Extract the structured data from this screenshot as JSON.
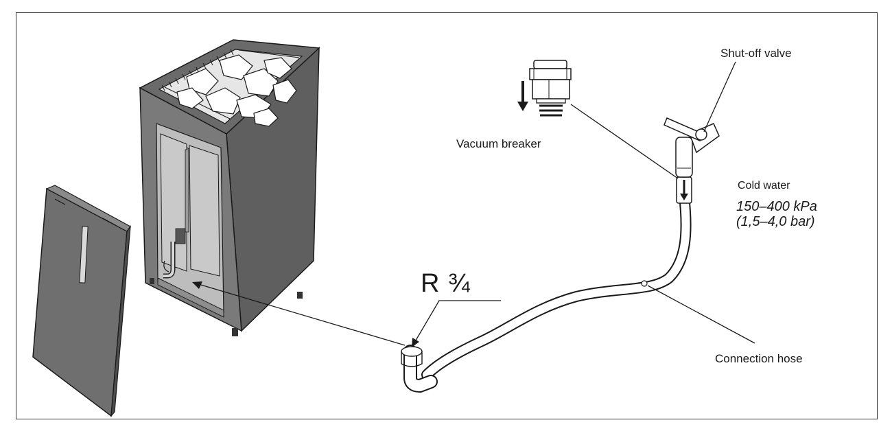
{
  "labels": {
    "shutoff_valve": "Shut-off valve",
    "vacuum_breaker": "Vacuum breaker",
    "cold_water": "Cold water",
    "pressure_kpa": "150–400 kPa",
    "pressure_bar": "(1,5–4,0 bar)",
    "connection_hose": "Connection hose",
    "thread_size": "R ¾"
  },
  "colors": {
    "heater_front": "#7a7a7a",
    "heater_side": "#5f5f5f",
    "heater_dark": "#4a4a4a",
    "panel": "#6f6f6f",
    "interior": "#bdbdbd",
    "line": "#1a1a1a"
  }
}
